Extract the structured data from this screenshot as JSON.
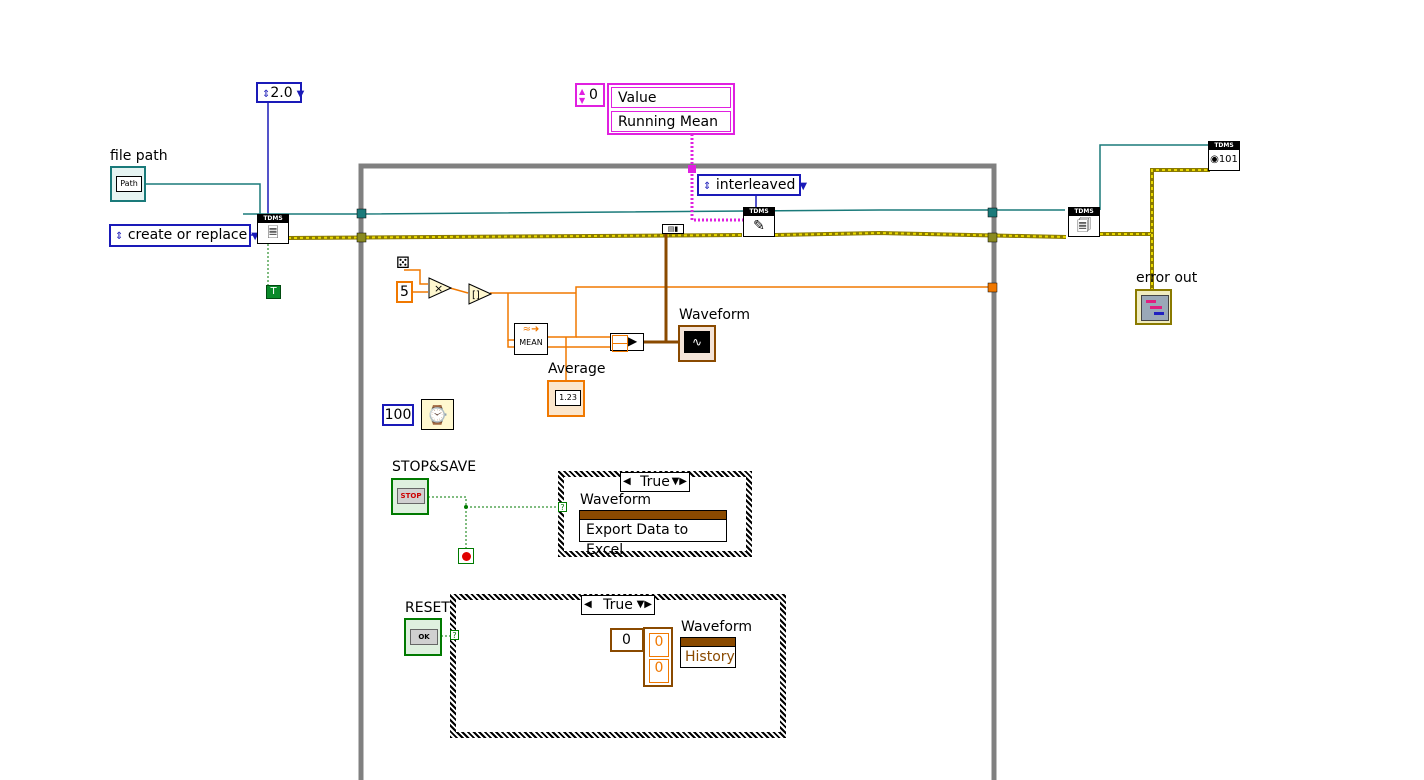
{
  "controls": {
    "version_ring": "2.0",
    "file_path_label": "file path",
    "operation_ring": "create or replace",
    "true_const": "T",
    "interleaved_ring": "interleaved",
    "index_const": "0",
    "names": [
      "Value",
      "Running Mean"
    ],
    "five_const": "5",
    "wait_const": "100",
    "waveform_label": "Waveform",
    "average_label": "Average",
    "average_display": "1.23",
    "mean_label": "MEAN",
    "stop_label": "STOP&SAVE",
    "stop_btn": "STOP",
    "reset_label": "RESET",
    "reset_btn": "OK",
    "error_out_label": "error out",
    "path_text": "Path"
  },
  "case1": {
    "selector": "True",
    "node_label": "Waveform",
    "method": "Export Data to Excel"
  },
  "case2": {
    "selector": "True",
    "array_index": "0",
    "array_vals": [
      "0",
      "0"
    ],
    "node_label": "Waveform",
    "property": "History"
  },
  "tdms": {
    "header": "TDMS"
  },
  "colors": {
    "refnum_wire": "#1a7a7a",
    "error_wire": "#c8b400",
    "dbl_wire": "#f07800",
    "string_wire": "#e020e0",
    "bool_wire": "#007a00",
    "enum_border": "#1a1ab8",
    "loop_border": "#808080"
  }
}
